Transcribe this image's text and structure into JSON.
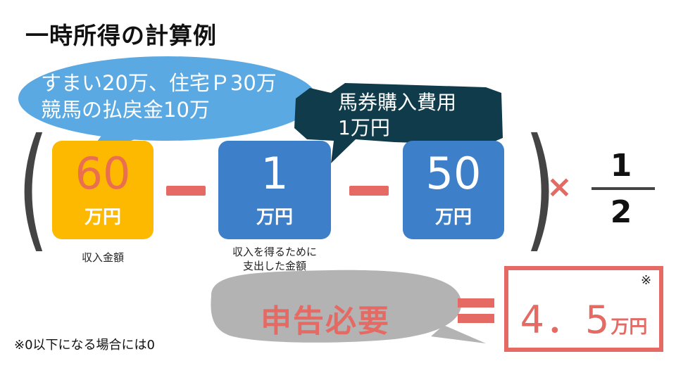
{
  "title": "一時所得の計算例",
  "bubble_light": {
    "line1": "すまい20万、住宅Ｐ30万",
    "line2": "競馬の払戻金10万",
    "color": "#5aa9e3"
  },
  "bubble_dark": {
    "line1": "馬券購入費用",
    "line2": "1万円",
    "color": "#0f3b4a"
  },
  "boxes": [
    {
      "value": "60",
      "unit": "万円",
      "caption_lines": [
        "収入金額"
      ]
    },
    {
      "value": "1",
      "unit": "万円",
      "caption_lines": [
        "収入を得るために",
        "支出した金額"
      ]
    },
    {
      "value": "50",
      "unit": "万円"
    }
  ],
  "operators": {
    "minus": "−",
    "times": "×",
    "equals": "＝"
  },
  "fraction": {
    "numerator": "1",
    "denominator": "2"
  },
  "declare_bubble": {
    "text": "申告必要",
    "color": "#b3b3b3"
  },
  "result": {
    "value": "4．5",
    "unit": "万円",
    "mark": "※"
  },
  "note": "※0以下になる場合には0",
  "colors": {
    "accent_red": "#e46a63",
    "yellow": "#fcb900",
    "blue": "#3d7fc9"
  }
}
